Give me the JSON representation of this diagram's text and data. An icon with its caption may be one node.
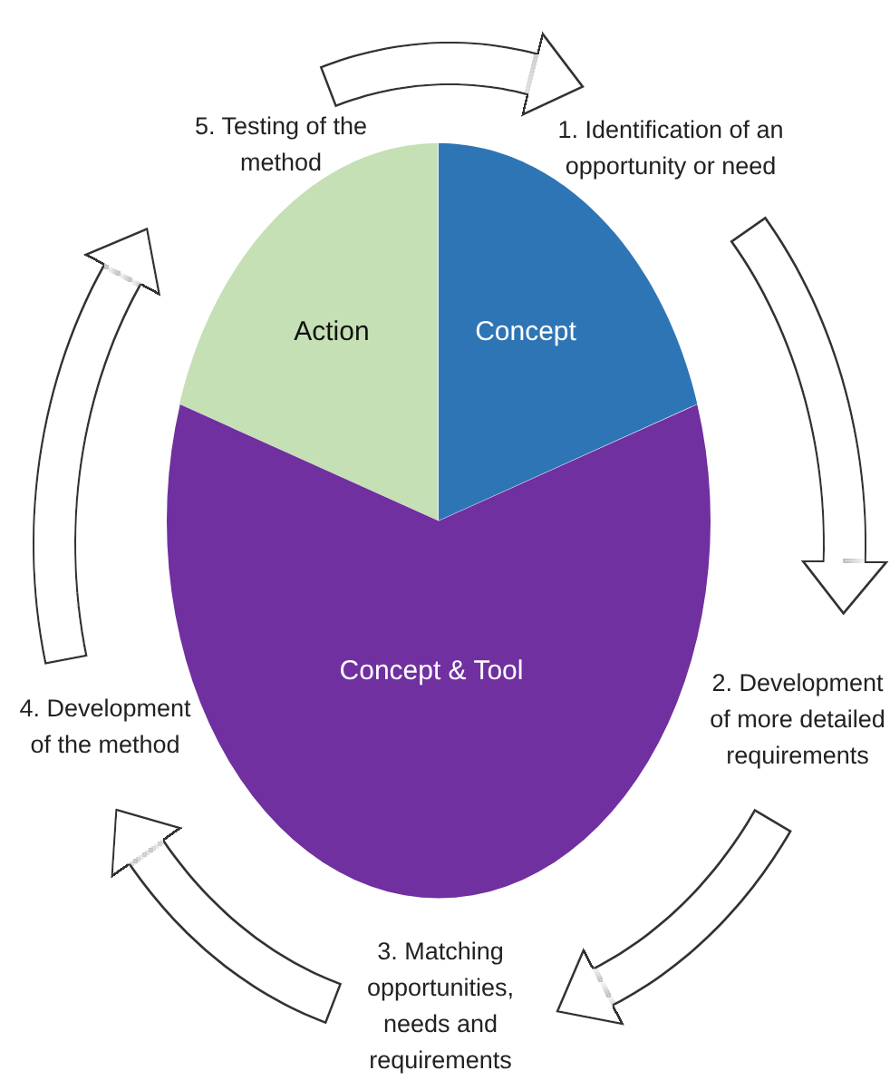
{
  "diagram": {
    "nodes": [
      {
        "text": [
          "1. Identification of an opportunity or need"
        ]
      },
      {
        "text": [
          "2. Development of more detailed requirements"
        ]
      },
      {
        "text": [
          "3. Matching opportunities, needs and requirements"
        ]
      },
      {
        "text": [
          "4. Development of the method"
        ]
      },
      {
        "text": [
          "5. Testing of the method"
        ]
      },
      {
        "text": [
          "Action"
        ]
      },
      {
        "text": [
          "Concept"
        ]
      },
      {
        "text": [
          "Concept & Tool"
        ]
      }
    ],
    "edges": [
      {
        "from": 0,
        "to": 1,
        "arrow": "to"
      },
      {
        "from": 1,
        "to": 2,
        "arrow": "to"
      },
      {
        "from": 2,
        "to": 3,
        "arrow": "to"
      },
      {
        "from": 3,
        "to": 4,
        "arrow": "to"
      },
      {
        "from": 4,
        "to": 0,
        "arrow": "to"
      }
    ]
  }
}
